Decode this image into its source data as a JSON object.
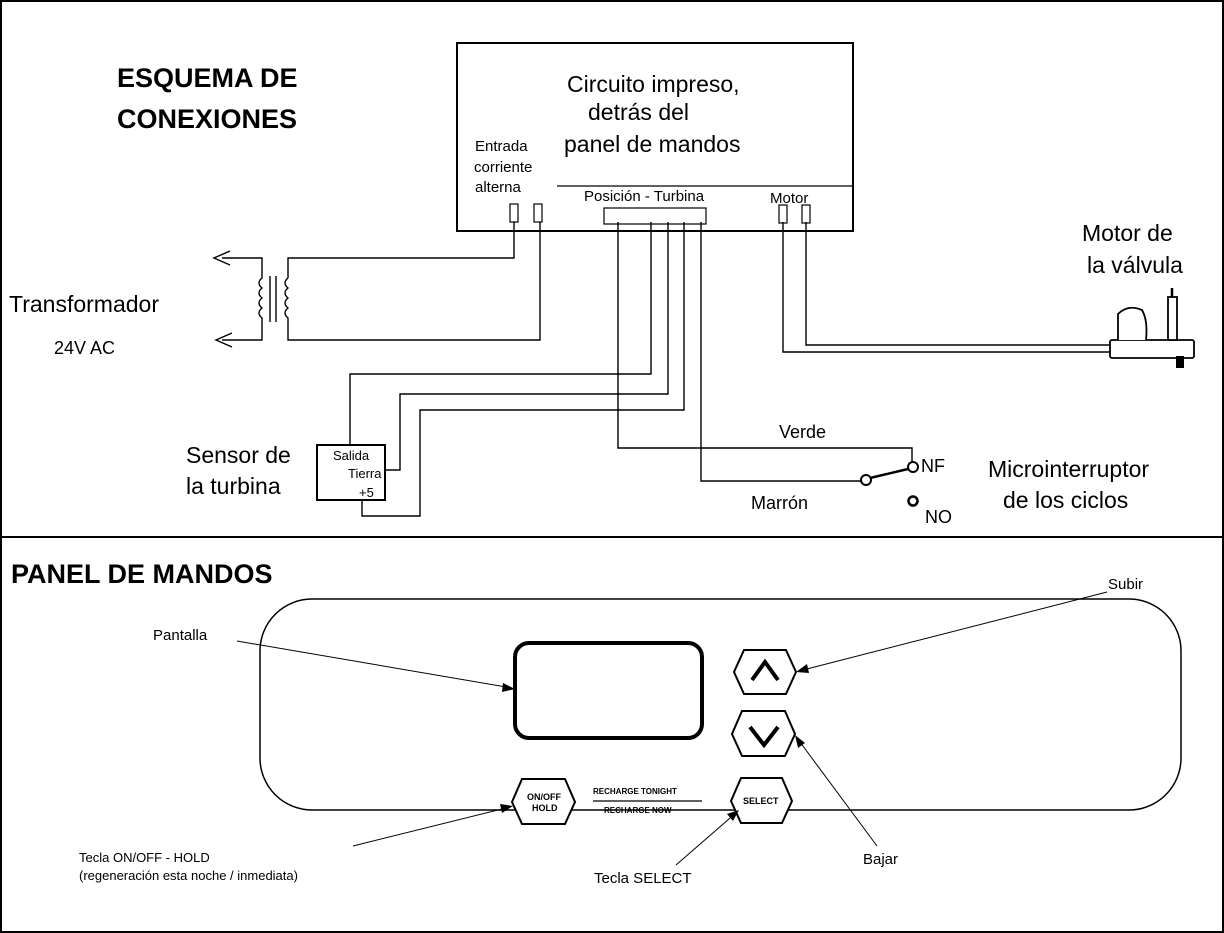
{
  "top": {
    "title_line1": "ESQUEMA DE",
    "title_line2": "CONEXIONES",
    "board": {
      "line1": "Circuito impreso,",
      "line2": "detrás del",
      "line3": "panel de mandos",
      "ac_in_line1": "Entrada",
      "ac_in_line2": "corriente",
      "ac_in_line3": "alterna",
      "position_turbine": "Posición - Turbina",
      "motor": "Motor"
    },
    "transformer": {
      "label": "Transformador",
      "voltage": "24V AC"
    },
    "sensor": {
      "label_line1": "Sensor de",
      "label_line2": "la turbina",
      "pin_out": "Salida",
      "pin_ground": "Tierra",
      "pin_power": "+5"
    },
    "valve_motor": {
      "label_line1": "Motor de",
      "label_line2": "la válvula"
    },
    "microswitch": {
      "label_line1": "Microinterruptor",
      "label_line2": "de los ciclos",
      "nf": "NF",
      "no": "NO",
      "wire_green": "Verde",
      "wire_brown": "Marrón"
    }
  },
  "bottom": {
    "title": "PANEL DE MANDOS",
    "label_screen": "Pantalla",
    "label_up": "Subir",
    "label_down": "Bajar",
    "label_select": "Tecla SELECT",
    "label_onoff_line1": "Tecla ON/OFF - HOLD",
    "label_onoff_line2": "(regeneración esta noche / inmediata)",
    "btn_onoff_line1": "ON/OFF",
    "btn_onoff_line2": "HOLD",
    "recharge_tonight": "RECHARGE TONIGHT",
    "recharge_now": "RECHARGE NOW",
    "btn_select": "SELECT"
  }
}
